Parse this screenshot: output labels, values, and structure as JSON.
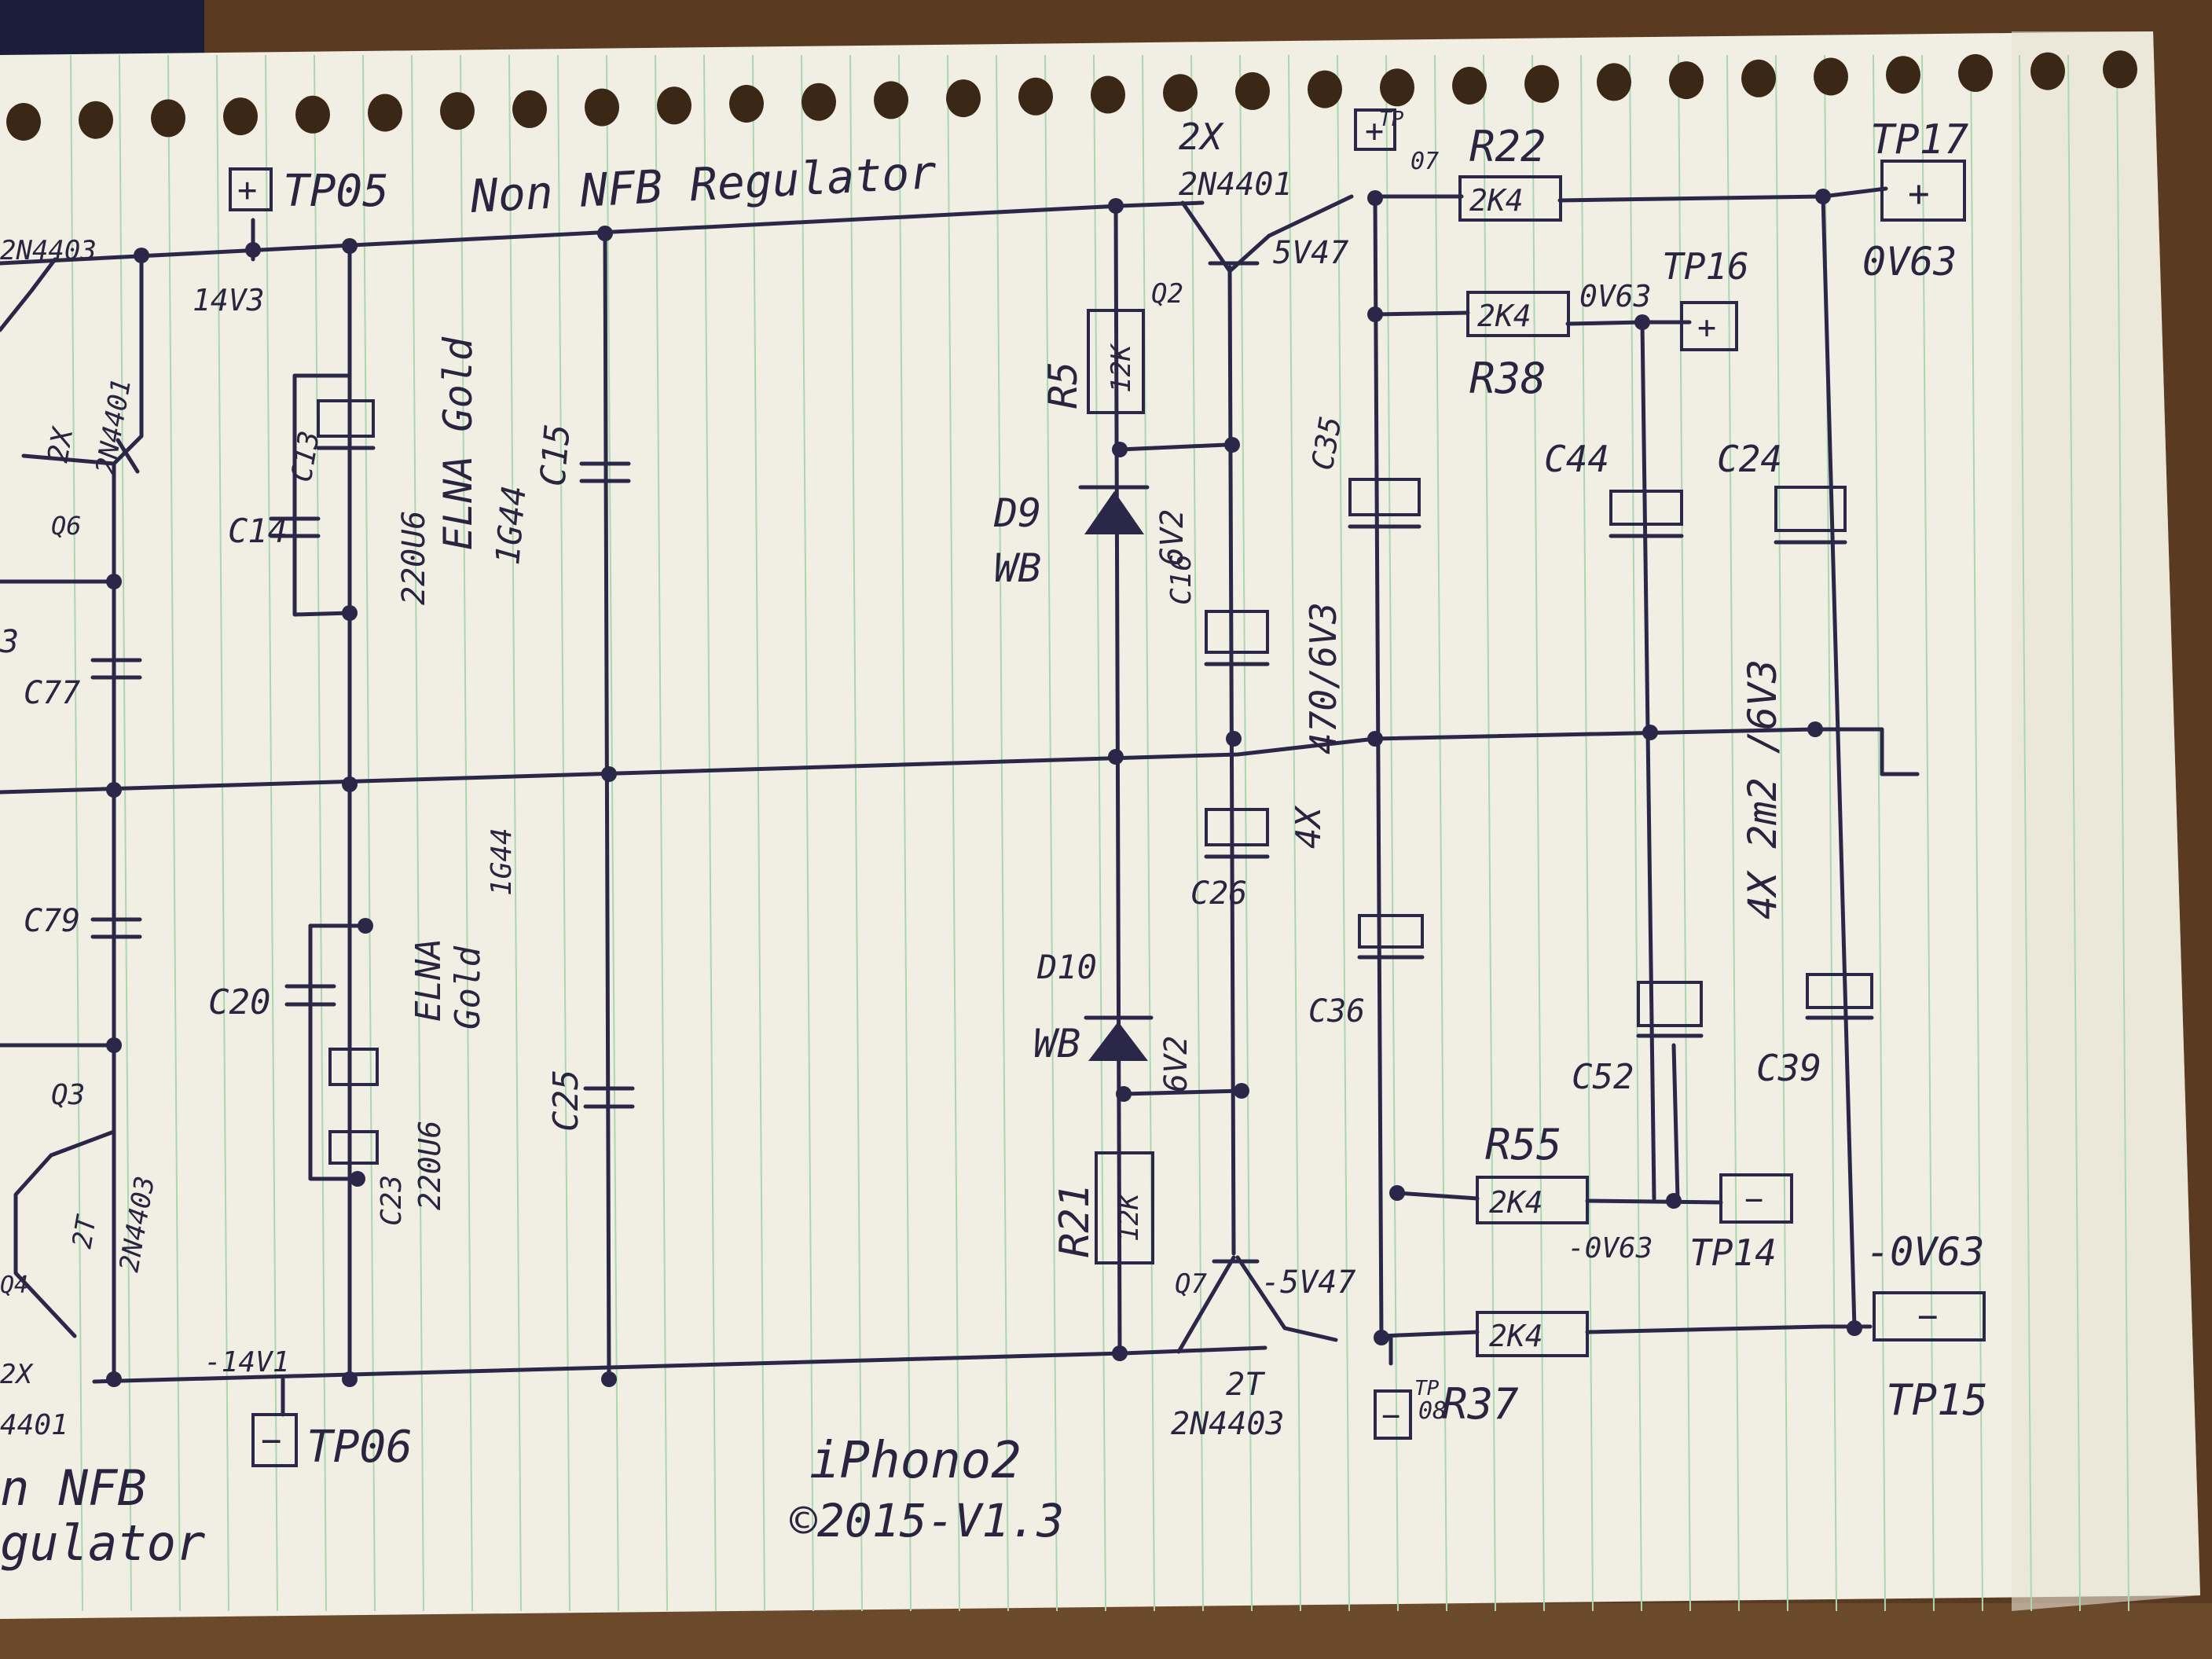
{
  "sheet": {
    "title_text": "Non NFB Regulator",
    "left_fragment_lines": [
      "n NFB",
      "gulator"
    ],
    "signature_line1": "iPhono2",
    "signature_line2": "©2015-V1.3"
  },
  "test_points": {
    "tp05": "TP05",
    "tp06": "TP06",
    "tp07_top": "TP",
    "tp07_bottom": "07",
    "tp08_top": "TP",
    "tp08_bottom": "08",
    "tp14": "TP14",
    "tp15": "TP15",
    "tp16": "TP16",
    "tp17": "TP17"
  },
  "polarity": {
    "plus": "+",
    "minus": "−"
  },
  "voltages": {
    "v14v3": "14V3",
    "vm14v1": "-14V1",
    "v5v47": "5V47",
    "vm5v47": "-5V47",
    "v0v63_tp16": "0V63",
    "v0v63_tp17": "0V63",
    "vm0v63_tp14": "-0V63",
    "vm0v63_tp15": "-0V63"
  },
  "transistors": {
    "q2": "Q2",
    "q2_qty": "2X",
    "q2_part": "2N4401",
    "q7": "Q7",
    "q7_qty": "2T",
    "q7_part": "2N4403",
    "q6": "Q6",
    "q6_qty": "2X",
    "q6_part": "2N4401",
    "q3": "Q3",
    "q3_qty": "2T",
    "q3_part": "2N4403",
    "left_top_part": "2N4403",
    "left_bottom_part": "2X",
    "left_bottom_part2": "4401",
    "left_q4": "Q4"
  },
  "resistors": {
    "r5": "R5",
    "r5_val": "12K",
    "r21": "R21",
    "r21_val": "12K",
    "r22": "R22",
    "r22_val": "2K4",
    "r38": "R38",
    "r38_val": "2K4",
    "r55": "R55",
    "r55_val": "2K4",
    "r37": "R37",
    "r37_val": "2K4"
  },
  "diodes": {
    "d9": "D9",
    "d9_type": "WB",
    "d9_v": "6V2",
    "d10": "D10",
    "d10_type": "WB",
    "d10_v": "6V2"
  },
  "capacitors": {
    "c13": "C13",
    "c14": "C14",
    "c13_note1": "220U6",
    "c13_note2": "ELNA Gold",
    "c13_note3": "1G44",
    "c15": "C15",
    "c16": "C16",
    "c26": "C26",
    "c16_rating": "470/6V3",
    "c26_qty": "4X",
    "c35": "C35",
    "c36": "C36",
    "c44": "C44",
    "c52": "C52",
    "c24": "C24",
    "c39": "C39",
    "c44_rating": "4X 2m2 /6V3",
    "c20": "C20",
    "c23": "C23",
    "c23_val": "220U6",
    "c20_note1": "ELNA",
    "c20_note2": "Gold",
    "c20_note3": "1G44",
    "c25": "C25",
    "c77": "C77",
    "c79": "C79",
    "left_c3": "3"
  }
}
